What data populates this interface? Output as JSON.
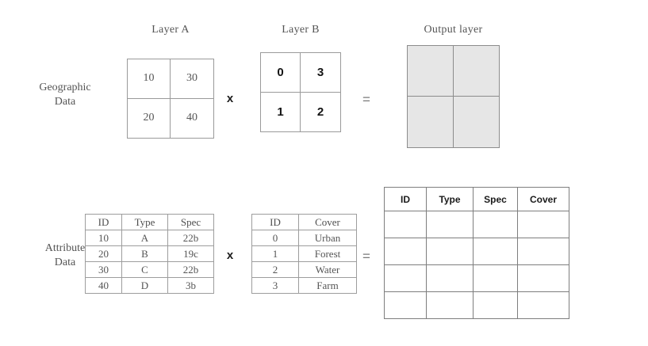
{
  "row_labels": {
    "geographic": "Geographic\nData",
    "geographic_line1": "Geographic",
    "geographic_line2": "Data",
    "attribute_line1": "Attribute",
    "attribute_line2": "Data"
  },
  "titles": {
    "layer_a": "Layer A",
    "layer_b": "Layer B",
    "output_layer": "Output layer"
  },
  "operators": {
    "multiply": "x",
    "equals": "="
  },
  "raster": {
    "layer_a": {
      "cells": [
        "10",
        "30",
        "20",
        "40"
      ]
    },
    "layer_b": {
      "cells": [
        "0",
        "3",
        "1",
        "2"
      ]
    },
    "output_layer": {
      "cells": [
        "",
        "",
        "",
        ""
      ],
      "fill_color": "#e6e6e6"
    }
  },
  "tables": {
    "layer_a_attributes": {
      "headers": [
        "ID",
        "Type",
        "Spec"
      ],
      "rows": [
        [
          "10",
          "A",
          "22b"
        ],
        [
          "20",
          "B",
          "19c"
        ],
        [
          "30",
          "C",
          "22b"
        ],
        [
          "40",
          "D",
          "3b"
        ]
      ]
    },
    "layer_b_attributes": {
      "headers": [
        "ID",
        "Cover"
      ],
      "rows": [
        [
          "0",
          "Urban"
        ],
        [
          "1",
          "Forest"
        ],
        [
          "2",
          "Water"
        ],
        [
          "3",
          "Farm"
        ]
      ]
    },
    "output_attributes": {
      "headers": [
        "ID",
        "Type",
        "Spec",
        "Cover"
      ],
      "rows": [
        [
          "",
          "",
          "",
          ""
        ],
        [
          "",
          "",
          "",
          ""
        ],
        [
          "",
          "",
          "",
          ""
        ],
        [
          "",
          "",
          "",
          ""
        ]
      ]
    }
  }
}
